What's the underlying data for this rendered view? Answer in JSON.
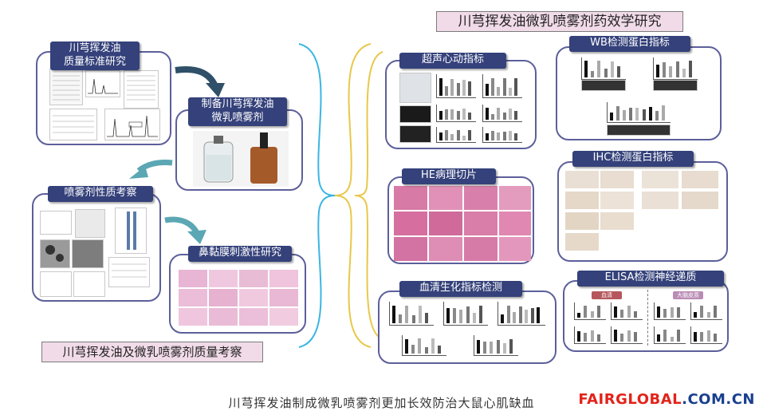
{
  "main_title": "川芎挥发油微乳喷雾剂药效学研究",
  "left_section_title": "川芎挥发油及微乳喷雾剂质量考察",
  "left_panels": {
    "quality_standard": "川芎挥发油\n质量标准研究",
    "preparation": "制备川芎挥发油\n微乳喷雾剂",
    "spray_properties": "喷雾剂性质考察",
    "nasal_irritation": "鼻黏膜刺激性研究"
  },
  "right_panels": {
    "echo": "超声心动指标",
    "wb": "WB检测蛋白指标",
    "he": "HE病理切片",
    "ihc": "IHC检测蛋白指标",
    "serum": "血清生化指标检测",
    "elisa": "ELISA检测神经递质"
  },
  "elisa_tags": [
    "血清",
    "大脑皮质"
  ],
  "caption": "川芎挥发油制成微乳喷雾剂更加长效防治大鼠心肌缺血",
  "brand": {
    "part1": "FAIRGLOBAL",
    "part2": ".COM.CN",
    "color1": "#e2231a",
    "color2": "#1a3f8f"
  },
  "colors": {
    "header_bg": "#34417a",
    "panel_border": "#5c5f9a",
    "pink_box": "#f1dbe8",
    "arrow": "#2f5068",
    "teal_arrow": "#5ba7b4"
  }
}
